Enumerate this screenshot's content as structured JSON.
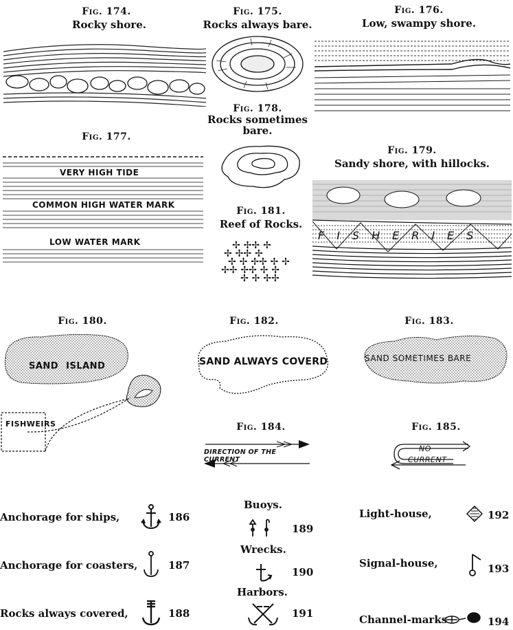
{
  "figures": {
    "f174": {
      "fig": "Fig. 174.",
      "title": "Rocky shore."
    },
    "f175": {
      "fig": "Fig. 175.",
      "title": "Rocks always bare."
    },
    "f176": {
      "fig": "Fig. 176.",
      "title": "Low, swampy shore."
    },
    "f177": {
      "fig": "Fig. 177."
    },
    "f178": {
      "fig": "Fig. 178.",
      "title_line1": "Rocks sometimes",
      "title_line2": "bare."
    },
    "f179": {
      "fig": "Fig. 179.",
      "title": "Sandy shore, with hillocks."
    },
    "f181": {
      "fig": "Fig. 181.",
      "title": "Reef of Rocks."
    },
    "f180": {
      "fig": "Fig. 180."
    },
    "f182": {
      "fig": "Fig. 182."
    },
    "f183": {
      "fig": "Fig. 183."
    },
    "f184": {
      "fig": "Fig. 184."
    },
    "f185": {
      "fig": "Fig. 185."
    }
  },
  "map_labels": {
    "very_high_tide": "VERY HIGH TIDE",
    "common_high_water": "COMMON HIGH WATER MARK",
    "low_water": "LOW WATER MARK",
    "fisheries": "FISHERIES",
    "sand_island": "SAND ISLAND",
    "fishweirs": "FISHWEIRS",
    "sand_always_coverd": "SAND ALWAYS COVERD",
    "sand_sometimes_bare": "SAND SOMETIMES BARE",
    "direction_current": "DIRECTION OF THE CURRENT",
    "no": "NO",
    "current": "CURRENT"
  },
  "legend": {
    "anchorage_ships": {
      "label": "Anchorage for ships,",
      "num": "186",
      "icon": "anchor-icon"
    },
    "anchorage_coasters": {
      "label": "Anchorage for coasters,",
      "num": "187",
      "icon": "small-anchor-icon"
    },
    "rocks_covered": {
      "label": "Rocks always covered,",
      "num": "188",
      "icon": "rock-anchor-icon"
    },
    "buoys": {
      "label": "Buoys.",
      "num": "189",
      "icon": "buoy-icon"
    },
    "wrecks": {
      "label": "Wrecks.",
      "num": "190",
      "icon": "wreck-icon"
    },
    "harbors": {
      "label": "Harbors.",
      "num": "191",
      "icon": "harbor-icon"
    },
    "lighthouse": {
      "label": "Light-house,",
      "num": "192",
      "icon": "lighthouse-diamond-icon"
    },
    "signalhouse": {
      "label": "Signal-house,",
      "num": "193",
      "icon": "signal-flag-icon"
    },
    "channel": {
      "label": "Channel-marks",
      "num": "194",
      "icon": "channel-marks-icon"
    }
  }
}
